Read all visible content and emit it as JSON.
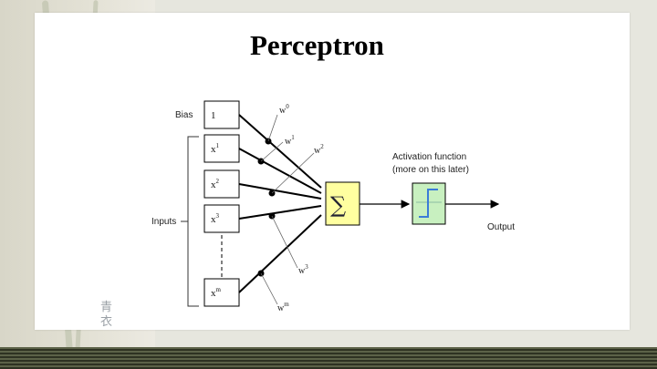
{
  "slide": {
    "title": "Perceptron",
    "watermark": "青衣"
  },
  "diagram": {
    "bias_label": "Bias",
    "inputs_label": "Inputs",
    "bias_value": "1",
    "inputs": [
      {
        "base": "x",
        "sup": "1"
      },
      {
        "base": "x",
        "sup": "2"
      },
      {
        "base": "x",
        "sup": "3"
      },
      {
        "base": "x",
        "sup": "m"
      }
    ],
    "weights": [
      {
        "base": "w",
        "sup": "0"
      },
      {
        "base": "w",
        "sup": "1"
      },
      {
        "base": "w",
        "sup": "2"
      },
      {
        "base": "w",
        "sup": "3"
      },
      {
        "base": "w",
        "sup": "m"
      }
    ],
    "sum_symbol": "∑",
    "activation_line1": "Activation function",
    "activation_line2": "(more on this later)",
    "output_label": "Output",
    "colors": {
      "sum_fill": "#ffffa0",
      "activation_fill": "#c8f0c0",
      "step_line": "#3b7cd8",
      "slide_bg": "#ffffff"
    }
  }
}
